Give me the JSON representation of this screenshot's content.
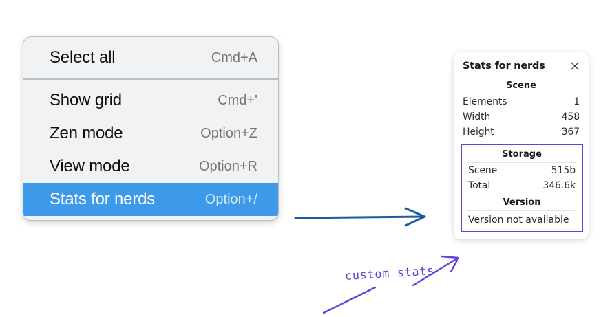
{
  "context_menu": {
    "name": "canvas-context-menu",
    "groups": [
      {
        "items": [
          {
            "label": "Select all",
            "shortcut": "Cmd+A",
            "selected": false
          }
        ]
      },
      {
        "items": [
          {
            "label": "Show grid",
            "shortcut": "Cmd+'",
            "selected": false
          },
          {
            "label": "Zen mode",
            "shortcut": "Option+Z",
            "selected": false
          },
          {
            "label": "View mode",
            "shortcut": "Option+R",
            "selected": false
          },
          {
            "label": "Stats for nerds",
            "shortcut": "Option+/",
            "selected": true
          }
        ]
      }
    ],
    "highlight_color": "#3d9ae8",
    "background_color": "#f1f2f4"
  },
  "stats_panel": {
    "title": "Stats for nerds",
    "close_icon": "close-icon",
    "sections": {
      "scene": {
        "heading": "Scene",
        "rows": [
          {
            "key": "Elements",
            "value": "1"
          },
          {
            "key": "Width",
            "value": "458"
          },
          {
            "key": "Height",
            "value": "367"
          }
        ]
      },
      "storage": {
        "heading": "Storage",
        "rows": [
          {
            "key": "Scene",
            "value": "515b"
          },
          {
            "key": "Total",
            "value": "346.6k"
          }
        ]
      },
      "version": {
        "heading": "Version",
        "text": "Version not available"
      }
    },
    "highlight_border_color": "#6741d9"
  },
  "annotations": {
    "flow_arrow_color": "#1c5b9e",
    "callout_color": "#6741d9",
    "callout_text": "custom stats"
  }
}
